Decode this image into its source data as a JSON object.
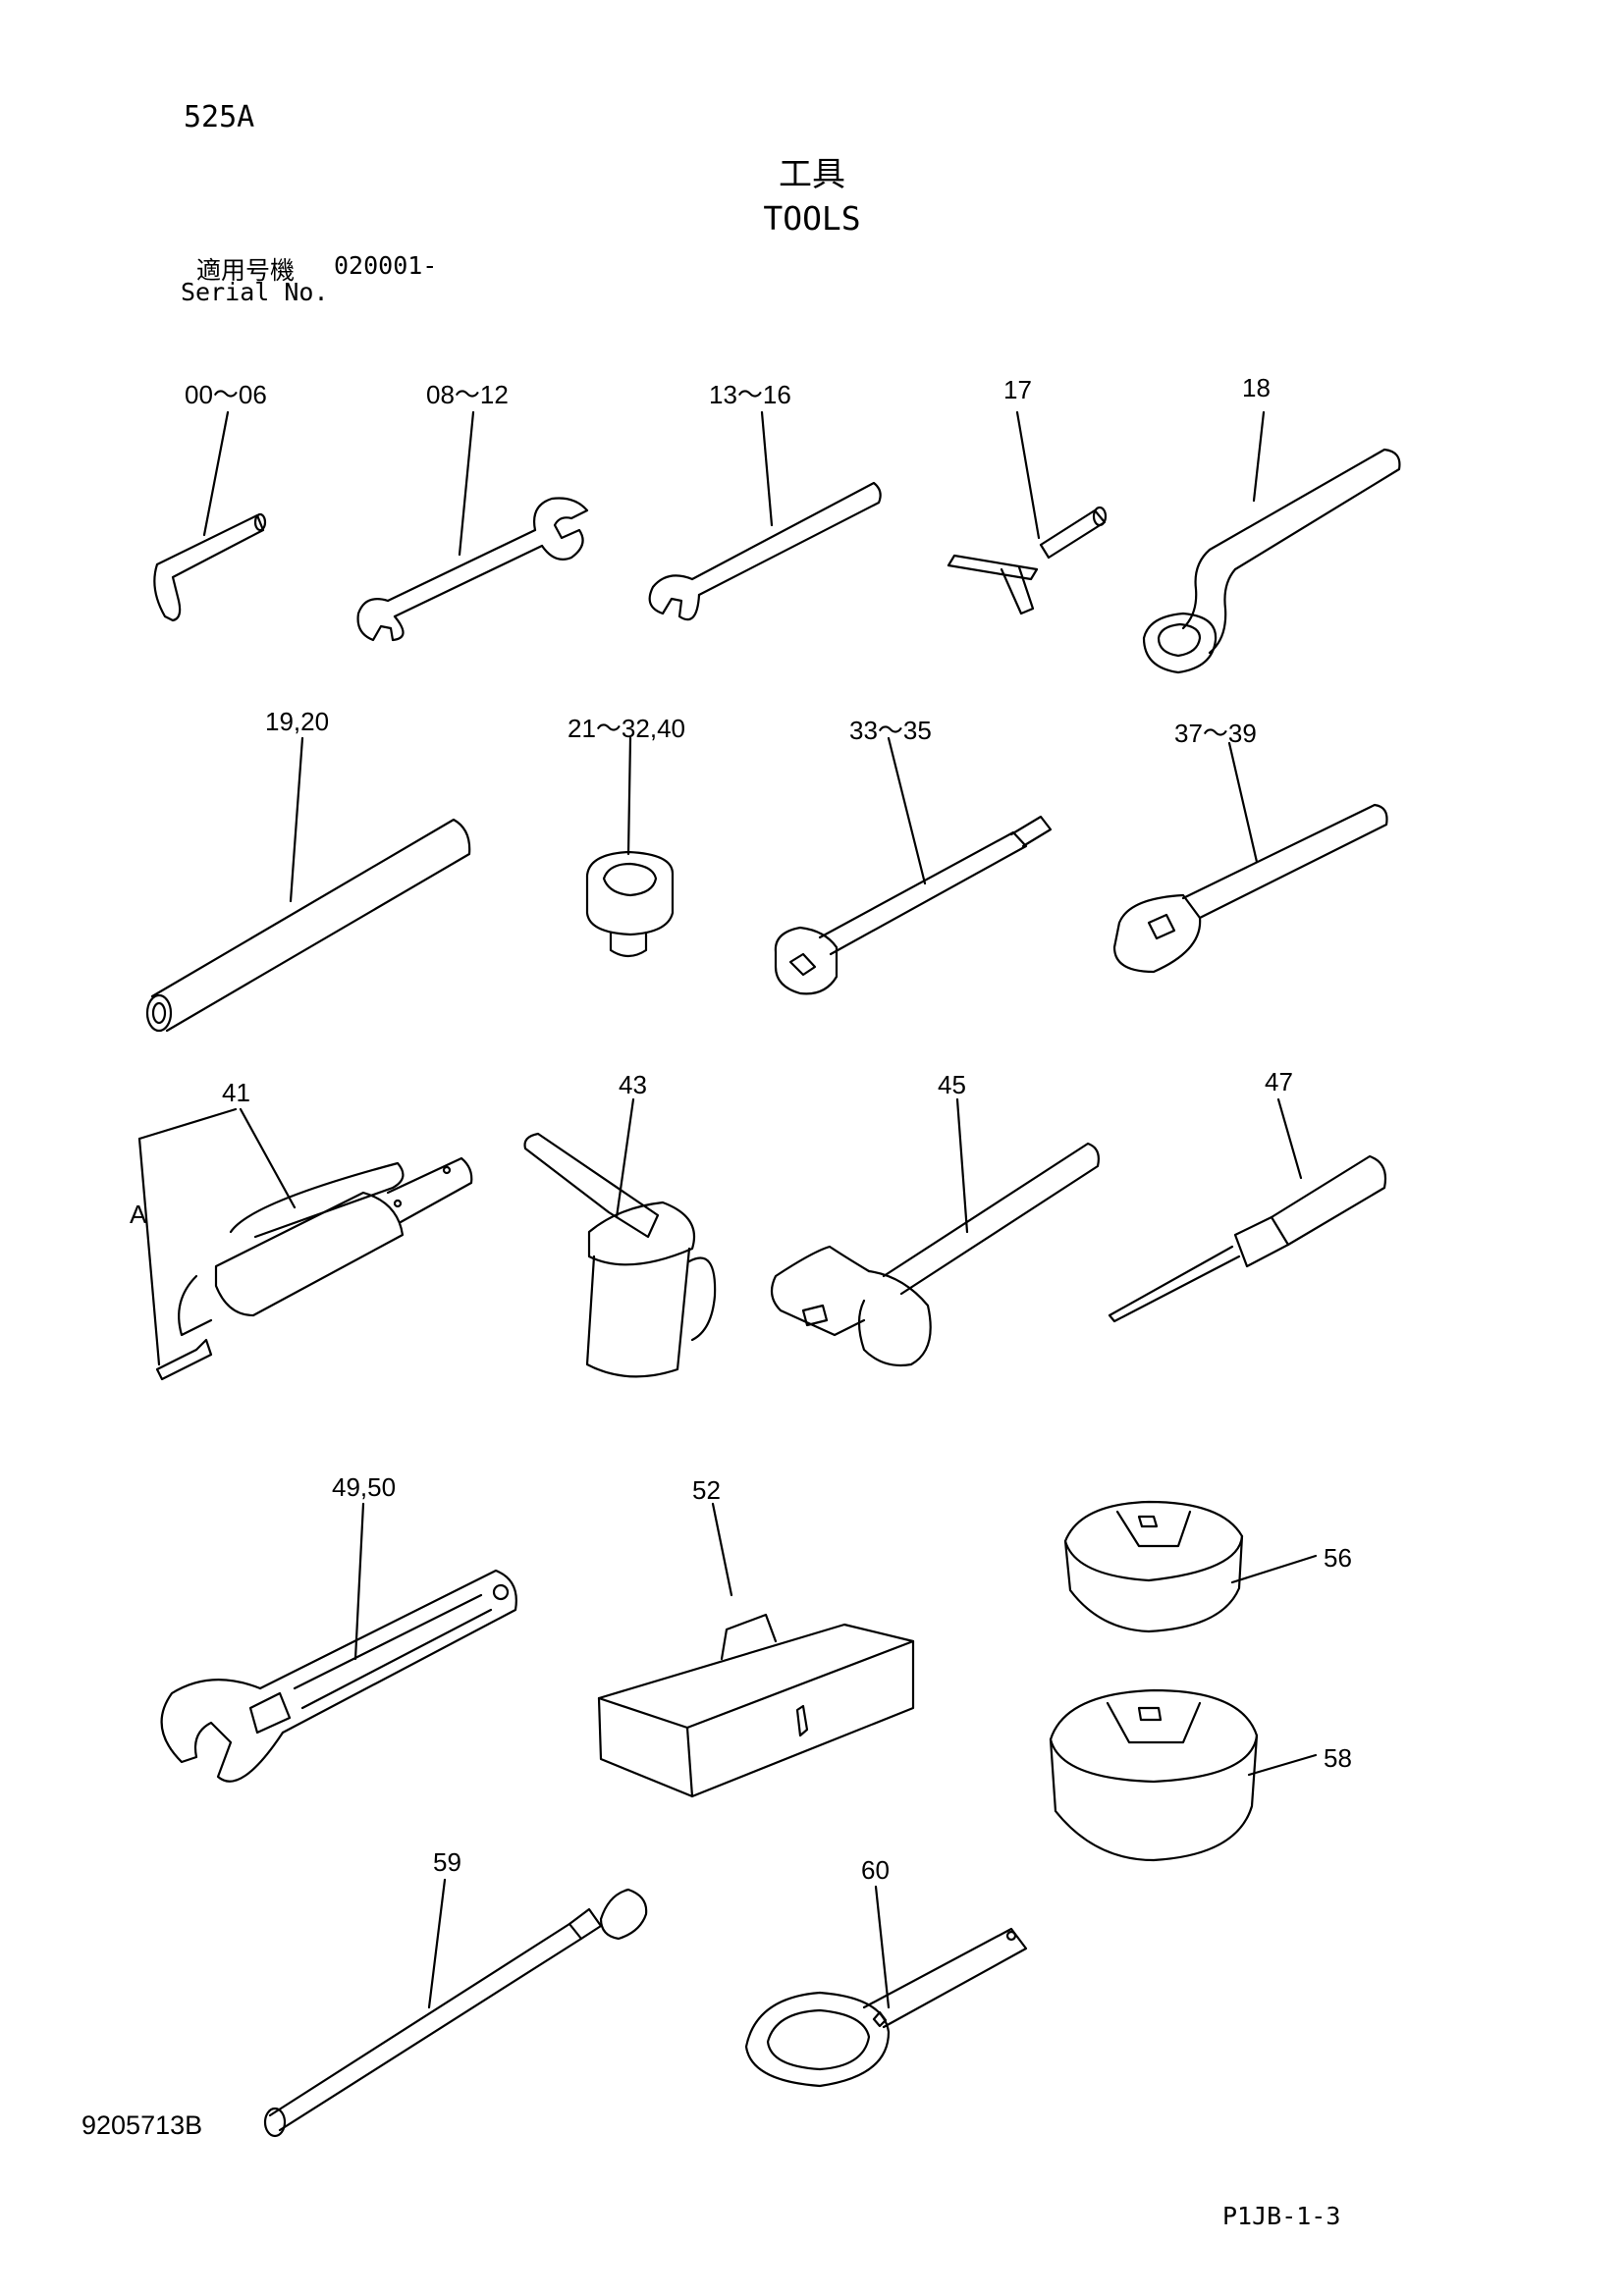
{
  "page_code": "525A",
  "title_ja": "工具",
  "title_en": "TOOLS",
  "serial": {
    "label_ja": "適用号機",
    "number": "020001-",
    "label_en": "Serial No."
  },
  "callouts": {
    "c00_06": "00〜06",
    "c08_12": "08〜12",
    "c13_16": "13〜16",
    "c17": "17",
    "c18": "18",
    "c19_20": "19,20",
    "c21_32": "21〜32,40",
    "c33_35": "33〜35",
    "c37_39": "37〜39",
    "c41": "41",
    "cA": "A",
    "c43": "43",
    "c45": "45",
    "c47": "47",
    "c49_50": "49,50",
    "c52": "52",
    "c56": "56",
    "c58": "58",
    "c59": "59",
    "c60": "60"
  },
  "doc_number": "9205713B",
  "page_ref": "P1JB-1-3"
}
